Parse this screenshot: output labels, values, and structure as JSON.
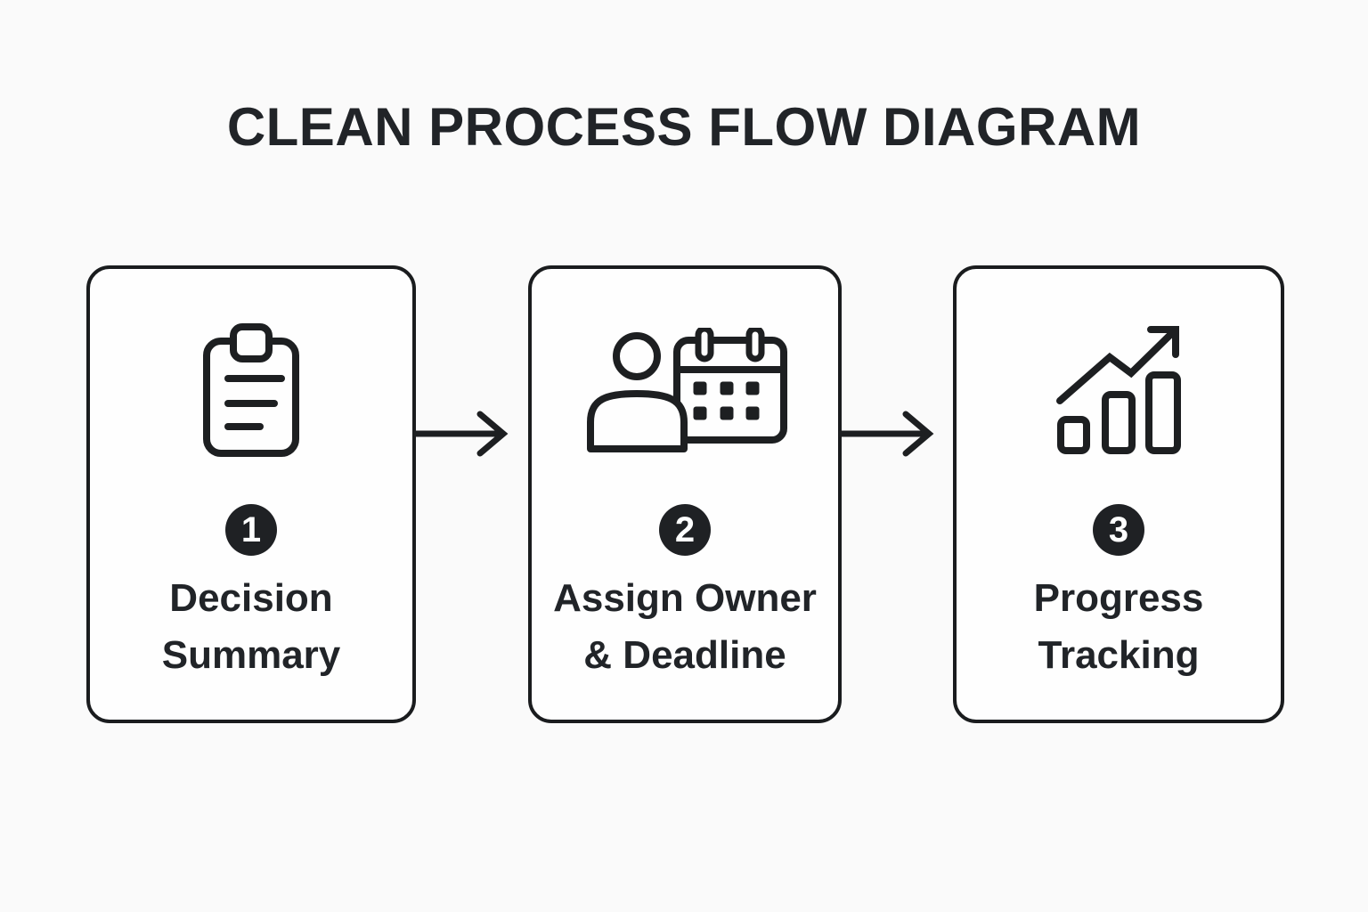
{
  "page": {
    "title": "CLEAN PROCESS FLOW DIAGRAM",
    "colors": {
      "background": "#fafafa",
      "card_background": "#fefefe",
      "ink": "#1d1f21",
      "card_border": "#1a1c1e",
      "badge_fill": "#1f2124",
      "badge_text": "#ffffff"
    }
  },
  "steps": [
    {
      "number": "1",
      "label_line1": "Decision",
      "label_line2": "Summary",
      "icon": "clipboard-icon"
    },
    {
      "number": "2",
      "label_line1": "Assign Owner",
      "label_line2": "& Deadline",
      "icon": "person-calendar-icon"
    },
    {
      "number": "3",
      "label_line1": "Progress",
      "label_line2": "Tracking",
      "icon": "trending-bar-chart-icon"
    }
  ],
  "connectors": [
    {
      "from": "1",
      "to": "2",
      "shape": "right-arrow"
    },
    {
      "from": "2",
      "to": "3",
      "shape": "right-arrow"
    }
  ]
}
